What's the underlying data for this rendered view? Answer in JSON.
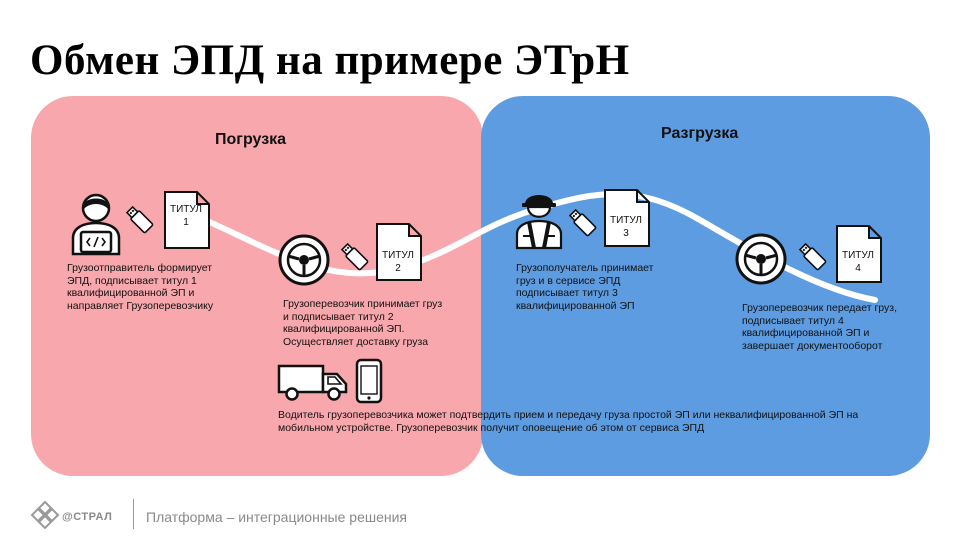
{
  "title": "Обмен ЭПД на примере ЭТрН",
  "panels": {
    "loading": {
      "title": "Погрузка",
      "color": "#f8a7ad"
    },
    "unloading": {
      "title": "Разгрузка",
      "color": "#5d9ce1"
    }
  },
  "documents": [
    {
      "label": "ТИТУЛ",
      "number": "1"
    },
    {
      "label": "ТИТУЛ",
      "number": "2"
    },
    {
      "label": "ТИТУЛ",
      "number": "3"
    },
    {
      "label": "ТИТУЛ",
      "number": "4"
    }
  ],
  "steps": [
    {
      "text": "Грузоотправитель формирует ЭПД, подписывает титул 1 квалифицированной ЭП и направляет Грузоперевозчику"
    },
    {
      "text": "Грузоперевозчик принимает груз и подписывает титул 2 квалифицированной ЭП. Осуществляет доставку груза"
    },
    {
      "text": "Грузополучатель принимает груз и в сервисе ЭПД подписывает титул 3 квалифицированной ЭП"
    },
    {
      "text": "Грузоперевозчик передает груз, подписывает титул 4 квалифицированной ЭП и завершает документооборот"
    }
  ],
  "driver_note": "Водитель грузоперевозчика может подтвердить прием и передачу груза простой ЭП или неквалифицированной ЭП на мобильном устройстве. Грузоперевозчик получит оповещение об этом от сервиса ЭПД",
  "footer": {
    "brand": "@СТРАЛ",
    "text": "Платформа – интеграционные решения"
  },
  "icons": [
    "developer-icon",
    "usb-key-icon",
    "steering-wheel-icon",
    "worker-icon",
    "truck-icon",
    "smartphone-icon",
    "logo-icon"
  ]
}
